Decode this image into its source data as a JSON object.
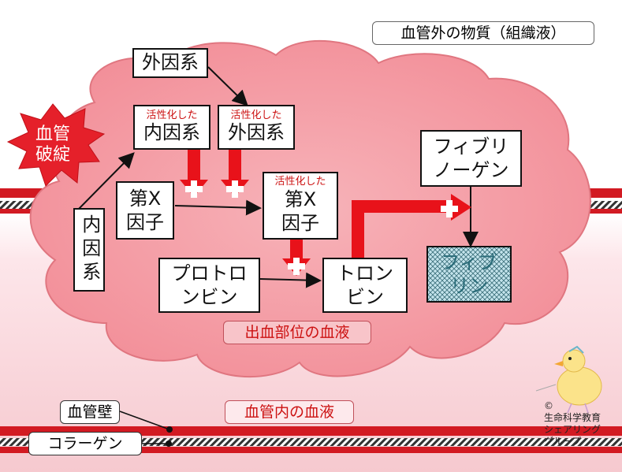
{
  "outside_label": "血管外の物質（組織液）",
  "bleeding_label": "血管\n破綻",
  "extrinsic_factor": "外因系",
  "activated_intrinsic": {
    "tag": "活性化した",
    "name": "内因系"
  },
  "activated_extrinsic": {
    "tag": "活性化した",
    "name": "外因系"
  },
  "intrinsic_vertical": "内因系",
  "factor_x": "第X\n因子",
  "activated_factor_x": {
    "tag": "活性化した",
    "name": "第X\n因子"
  },
  "prothrombin": "プロトロ\nンビン",
  "thrombin": "トロン\nビン",
  "fibrinogen": "フィブリ\nノーゲン",
  "fibrin": "フィブ\nリン",
  "bleeding_site_label": "出血部位の血液",
  "intravascular_label": "血管内の血液",
  "vessel_wall_label": "血管壁",
  "collagen_label": "コラーゲン",
  "copyright": "©\n生命科学教育\nシェアリング\nグループ",
  "colors": {
    "vessel_red": "#d21a22",
    "cloud_pink": "#f6a9b0",
    "arrow_red": "#e8121a"
  }
}
